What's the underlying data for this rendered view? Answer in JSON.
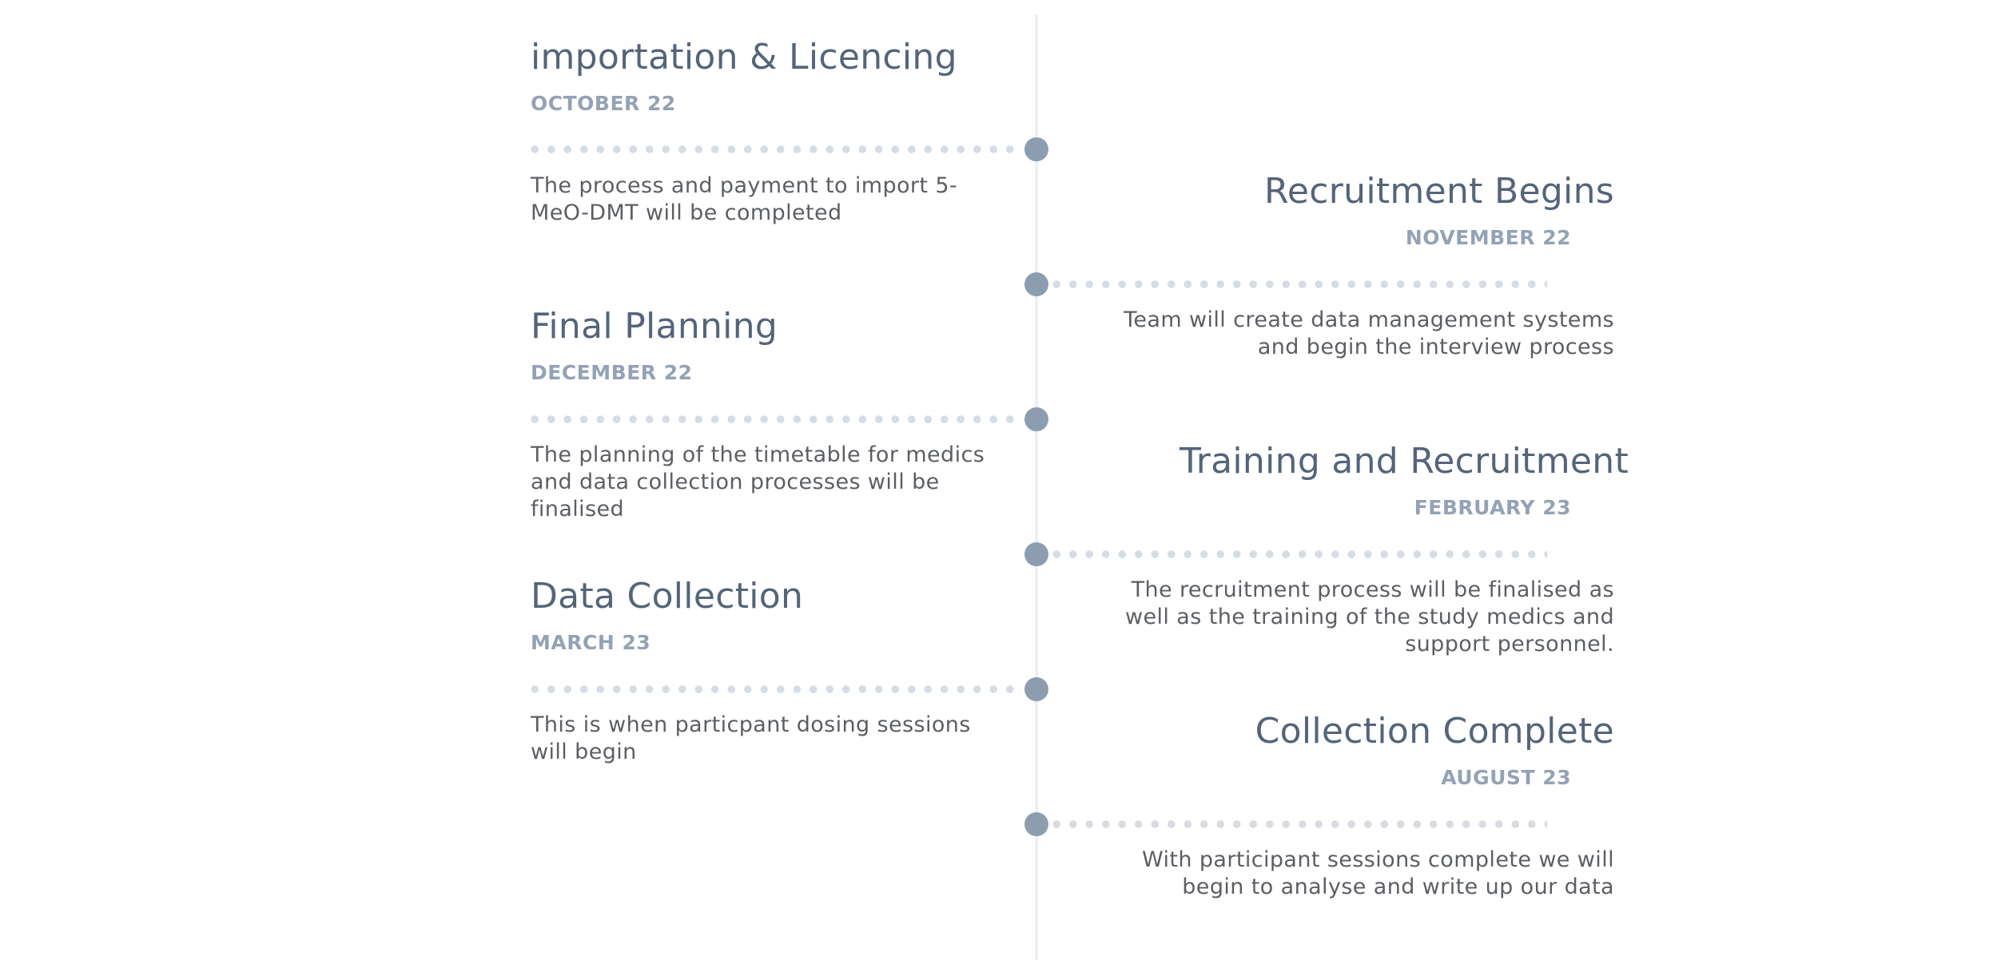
{
  "timeline": {
    "items": [
      {
        "side": "left",
        "title": "importation & Licencing",
        "date": "OCTOBER 22",
        "description": "The process and payment to import 5-MeO-DMT will be completed"
      },
      {
        "side": "right",
        "title": "Recruitment Begins",
        "date": "NOVEMBER 22",
        "description": "Team will create data management systems and begin the interview process"
      },
      {
        "side": "left",
        "title": "Final Planning",
        "date": "DECEMBER 22",
        "description": "The planning of the timetable for medics and data collection processes will be finalised"
      },
      {
        "side": "right",
        "title": "Training and Recruitment",
        "date": "FEBRUARY 23",
        "description": "The recruitment process will be finalised as well as the training of the study medics and support personnel."
      },
      {
        "side": "left",
        "title": "Data Collection",
        "date": "MARCH 23",
        "description": "This is when particpant dosing sessions will begin"
      },
      {
        "side": "right",
        "title": "Collection Complete",
        "date": "AUGUST 23",
        "description": "With participant sessions complete we will begin to analyse and write up our data"
      }
    ]
  },
  "colors": {
    "title": "#54657a",
    "date": "#93a2b4",
    "description": "#5b5f64",
    "node": "#8d9db0",
    "dots": "#d6dce3",
    "line": "#eceff3"
  }
}
